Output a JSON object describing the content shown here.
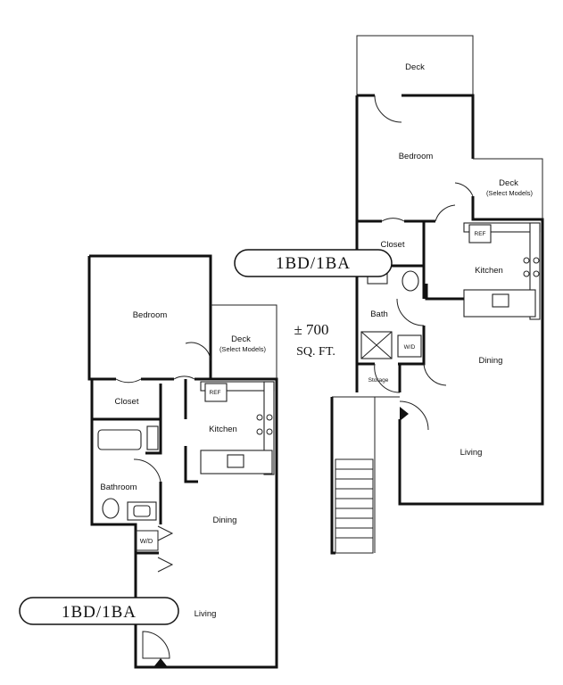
{
  "area": {
    "size": "± 700",
    "unit": "SQ. FT."
  },
  "plan_a": {
    "badge": "1BD/1BA",
    "rooms": {
      "bedroom": "Bedroom",
      "deck": "Deck",
      "deck_note": "(Select Models)",
      "closet": "Closet",
      "kitchen": "Kitchen",
      "ref": "REF",
      "bathroom": "Bathroom",
      "wd": "W/D",
      "dining": "Dining",
      "living": "Living"
    }
  },
  "plan_b": {
    "badge": "1BD/1BA",
    "rooms": {
      "deck_top": "Deck",
      "bedroom": "Bedroom",
      "deck": "Deck",
      "deck_note": "(Select Models)",
      "closet": "Closet",
      "kitchen": "Kitchen",
      "ref": "REF",
      "bath": "Bath",
      "wd": "W/D",
      "storage": "Storage",
      "dining": "Dining",
      "living": "Living"
    }
  }
}
